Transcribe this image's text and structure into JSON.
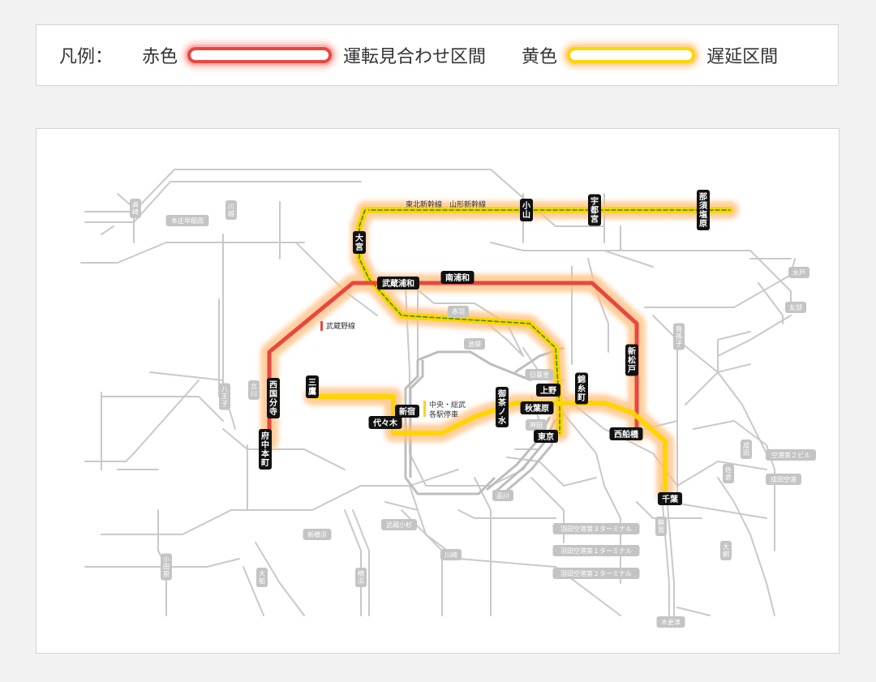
{
  "legend": {
    "title": "凡例：",
    "red_name": "赤色",
    "red_desc": "運転見合わせ区間",
    "yellow_name": "黄色",
    "yellow_desc": "遅延区間",
    "red_color": "#e8473f",
    "yellow_color": "#ffd400"
  },
  "map": {
    "affected_stations": [
      {
        "id": "omiya",
        "name": "大宮",
        "vertical": true
      },
      {
        "id": "oyama",
        "name": "小山",
        "vertical": true
      },
      {
        "id": "utsunomiya",
        "name": "宇都宮",
        "vertical": true
      },
      {
        "id": "nasushiobara",
        "name": "那須塩原",
        "vertical": true
      },
      {
        "id": "musashi-urawa",
        "name": "武蔵浦和",
        "vertical": false
      },
      {
        "id": "minami-urawa",
        "name": "南浦和",
        "vertical": false
      },
      {
        "id": "shin-matsudo",
        "name": "新松戸",
        "vertical": true
      },
      {
        "id": "nishi-kokubunji",
        "name": "西国分寺",
        "vertical": true
      },
      {
        "id": "fuchu-hommachi",
        "name": "府中本町",
        "vertical": true
      },
      {
        "id": "mitaka",
        "name": "三鷹",
        "vertical": true
      },
      {
        "id": "shinjuku",
        "name": "新宿",
        "vertical": false
      },
      {
        "id": "yoyogi",
        "name": "代々木",
        "vertical": false
      },
      {
        "id": "ochanomizu",
        "name": "御茶ノ水",
        "vertical": true
      },
      {
        "id": "akihabara",
        "name": "秋葉原",
        "vertical": false
      },
      {
        "id": "kinshicho",
        "name": "錦糸町",
        "vertical": true
      },
      {
        "id": "ueno",
        "name": "上野",
        "vertical": false
      },
      {
        "id": "tokyo",
        "name": "東京",
        "vertical": false
      },
      {
        "id": "nishi-funabashi",
        "name": "西船橋",
        "vertical": false
      },
      {
        "id": "chiba",
        "name": "千葉",
        "vertical": false
      }
    ],
    "line_labels": {
      "shinkansen": "東北新幹線　山形新幹線",
      "musashino": "武蔵野線",
      "chuo_sobu": "中央・総武\n各駅停車"
    },
    "other_stations": [
      {
        "name": "本庄早稲田",
        "vertical": false
      },
      {
        "name": "高崎",
        "vertical": true
      },
      {
        "name": "川越",
        "vertical": true
      },
      {
        "name": "八王子",
        "vertical": true
      },
      {
        "name": "立川",
        "vertical": true
      },
      {
        "name": "品川",
        "vertical": false
      },
      {
        "name": "新横浜",
        "vertical": false
      },
      {
        "name": "武蔵小杉",
        "vertical": false
      },
      {
        "name": "川崎",
        "vertical": false
      },
      {
        "name": "大船",
        "vertical": true
      },
      {
        "name": "横浜",
        "vertical": true
      },
      {
        "name": "木更津",
        "vertical": false
      },
      {
        "name": "成田",
        "vertical": true
      },
      {
        "name": "佐倉",
        "vertical": true
      },
      {
        "name": "成田空港",
        "vertical": false
      },
      {
        "name": "空港第２ビル",
        "vertical": false
      },
      {
        "name": "水戸",
        "vertical": false
      },
      {
        "name": "友部",
        "vertical": false
      },
      {
        "name": "我孫子",
        "vertical": true
      },
      {
        "name": "蘇我",
        "vertical": true
      },
      {
        "name": "大網",
        "vertical": true
      },
      {
        "name": "小田原",
        "vertical": true
      },
      {
        "name": "神田",
        "vertical": false
      },
      {
        "name": "日暮里",
        "vertical": false
      },
      {
        "name": "池袋",
        "vertical": false
      },
      {
        "name": "赤羽",
        "vertical": false
      },
      {
        "name": "羽田空港第３ターミナル",
        "vertical": false
      },
      {
        "name": "羽田空港第１ターミナル",
        "vertical": false
      },
      {
        "name": "羽田空港第２ターミナル",
        "vertical": false
      }
    ]
  }
}
